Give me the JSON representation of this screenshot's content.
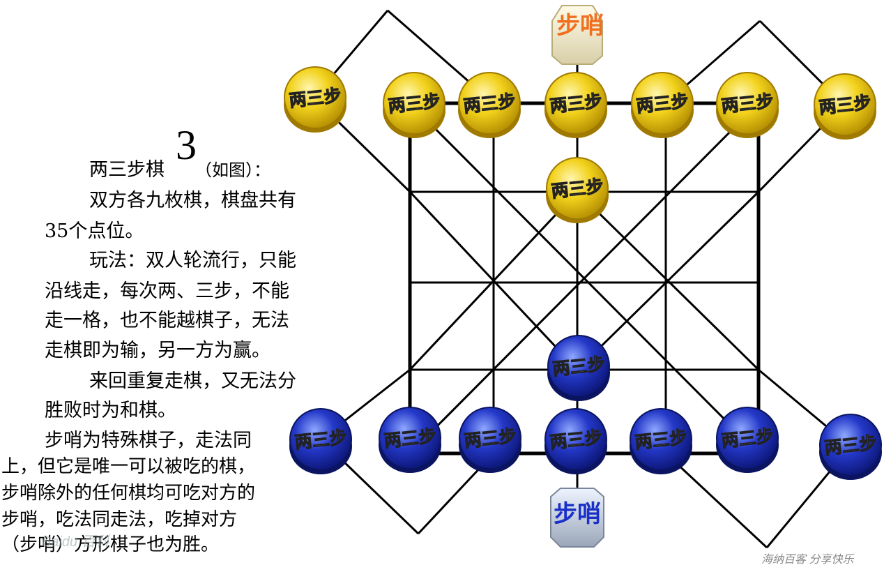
{
  "rules_text": {
    "title": "两三步棋",
    "number": "3",
    "title_suffix": "（如图）：",
    "line1": "双方各九枚棋，棋盘共有",
    "line2": "35个点位。",
    "line3": "玩法：双人轮流行，只能",
    "line4": "沿线走，每次两、三步，不能",
    "line5": "走一格，也不能越棋子，无法",
    "line6": "走棋即为输，另一方为赢。",
    "line7": "来回重复走棋，又无法分",
    "line8": "胜败时为和棋。",
    "line9": "步哨为特殊棋子，走法同",
    "line10": "上，但它是唯一可以被吃的棋，",
    "line11": "步哨除外的任何棋均可吃对方的",
    "line12": "步哨，吃法同走法，吃掉对方",
    "line13": "（步哨）方形棋子也为胜。"
  },
  "board": {
    "piece_label": "两三步",
    "sentry_label": "步哨",
    "yellow_count": 9,
    "blue_count": 9,
    "colors": {
      "yellow": "#f2d21c",
      "blue": "#2438c8",
      "sentry_top_text": "#f07020",
      "sentry_bottom_text": "#1a30c8",
      "line": "#000000"
    }
  },
  "watermarks": {
    "left": "Baidu 百科",
    "right": "海纳百客 分享快乐"
  }
}
